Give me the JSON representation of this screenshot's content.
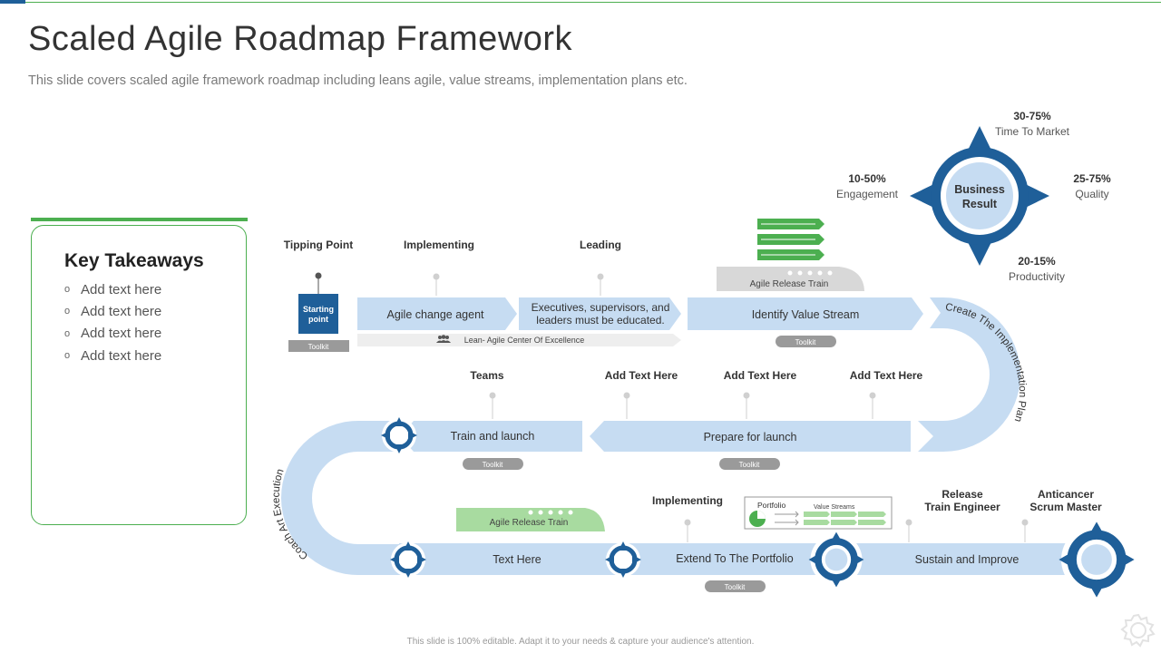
{
  "title": "Scaled Agile Roadmap Framework",
  "subtitle": "This slide covers scaled agile framework roadmap including leans agile,  value streams, implementation plans etc.",
  "key_takeaways": {
    "heading": "Key Takeaways",
    "items": [
      "Add text here",
      "Add text here",
      "Add text here",
      "Add text here"
    ]
  },
  "roadmap": {
    "row1_headers": {
      "tipping": "Tipping  Point",
      "implementing": "Implementing",
      "leading": "Leading"
    },
    "starting_point": [
      "Starting",
      "point"
    ],
    "toolkit": "Toolkit",
    "step_agile_change": "Agile change agent",
    "step_executives": [
      "Executives, supervisors, and",
      "leaders must be educated."
    ],
    "step_identify": "Identify Value Stream",
    "lace": "Lean- Agile Center Of Excellence",
    "art_top": "Agile Release Train",
    "curve_right": "Create  The  Implementation  Plan",
    "row2_headers": {
      "teams": "Teams",
      "add1": "Add Text Here",
      "add2": "Add Text Here",
      "add3": "Add Text Here"
    },
    "step_prepare": "Prepare  for  launch",
    "step_train": "Train and launch",
    "curve_left": "Coach  Art  Execution",
    "art_bottom": "Agile Release Train",
    "row3_headers": {
      "implementing": "Implementing",
      "rte": [
        "Release",
        "Train Engineer"
      ],
      "anticancer": [
        "Anticancer",
        "Scrum Master"
      ]
    },
    "portfolio": "Portfolio",
    "value_streams": "Value Streams",
    "step_text_here": "Text Here",
    "step_extend": "Extend To The Portfolio",
    "step_sustain": "Sustain and Improve"
  },
  "business_result": {
    "center": [
      "Business",
      "Result"
    ],
    "top": {
      "value": "30-75%",
      "label": "Time To Market"
    },
    "left": {
      "value": "10-50%",
      "label": "Engagement"
    },
    "right": {
      "value": "25-75%",
      "label": "Quality"
    },
    "bottom": {
      "value": "20-15%",
      "label": "Productivity"
    }
  },
  "footer": "This slide is 100% editable.  Adapt it to your needs & capture your audience's attention.",
  "colors": {
    "band": "#c6dcf2",
    "navy": "#1f5f99",
    "green": "#4caf50",
    "gray": "#9a9a9a",
    "text": "#333333"
  }
}
